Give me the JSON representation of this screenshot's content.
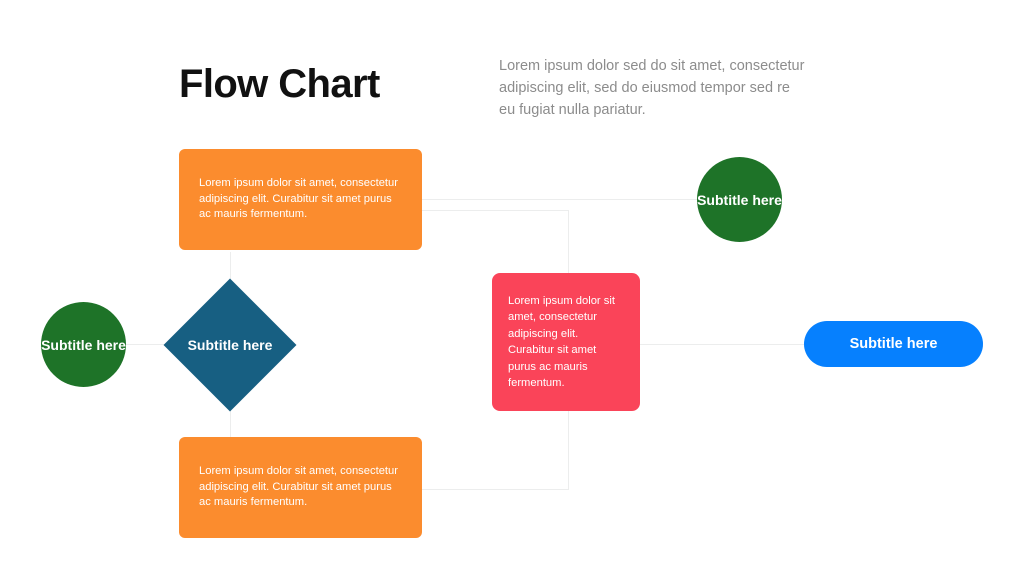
{
  "header": {
    "title": "Flow Chart",
    "description": "Lorem ipsum dolor sed do sit amet, consectetur adipiscing elit, sed do eiusmod tempor sed re eu fugiat nulla pariatur."
  },
  "colors": {
    "background": "#ffffff",
    "title": "#111111",
    "description": "#8c8c8c",
    "orange": "#fb8c2e",
    "green": "#1e7328",
    "teal": "#175f82",
    "pink": "#fa4459",
    "blue": "#0680fe",
    "connector": "#eceded"
  },
  "nodes": {
    "process_top": {
      "shape": "rounded-rectangle",
      "color": "#fb8c2e",
      "text": "Lorem ipsum dolor sit amet, consectetur adipiscing elit. Curabitur sit amet purus ac mauris fermentum."
    },
    "process_bottom": {
      "shape": "rounded-rectangle",
      "color": "#fb8c2e",
      "text": "Lorem ipsum dolor sit amet, consectetur adipiscing elit. Curabitur sit amet purus ac mauris fermentum."
    },
    "terminator_left": {
      "shape": "circle",
      "color": "#1e7328",
      "text": "Subtitle here"
    },
    "terminator_right": {
      "shape": "circle",
      "color": "#1e7328",
      "text": "Subtitle here"
    },
    "decision": {
      "shape": "diamond",
      "color": "#175f82",
      "text": "Subtitle here"
    },
    "data_center": {
      "shape": "rounded-rectangle",
      "color": "#fa4459",
      "text": "Lorem ipsum dolor sit amet, consectetur adipiscing elit. Curabitur sit amet purus ac mauris fermentum."
    },
    "action_right": {
      "shape": "pill",
      "color": "#0680fe",
      "text": "Subtitle here"
    }
  }
}
